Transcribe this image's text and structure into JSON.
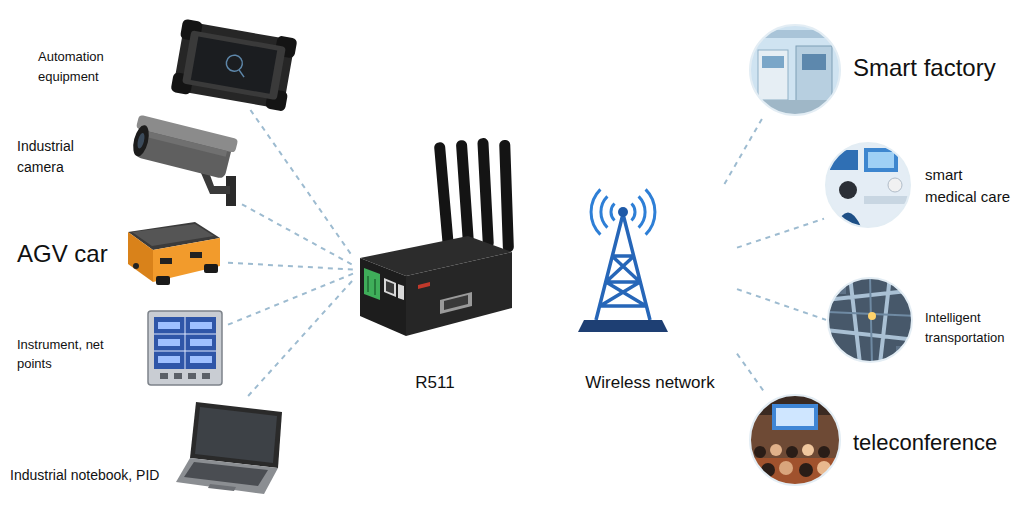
{
  "diagram": {
    "nodes": [
      {
        "text": [
          "Automation equipment"
        ]
      },
      {
        "text": [
          "Industrial camera"
        ]
      },
      {
        "text": [
          "AGV car"
        ]
      },
      {
        "text": [
          "Instrument, net points"
        ]
      },
      {
        "text": [
          "Industrial notebook, PID"
        ]
      },
      {
        "text": [
          "R511"
        ]
      },
      {
        "text": [
          "Wireless network"
        ]
      },
      {
        "text": [
          "Smart factory"
        ]
      },
      {
        "text": [
          "smart medical care"
        ]
      },
      {
        "text": [
          "Intelligent transportation"
        ]
      },
      {
        "text": [
          "teleconference"
        ]
      }
    ],
    "edges": [
      {
        "from": 0,
        "to": 5,
        "arrow": "none"
      },
      {
        "from": 1,
        "to": 5,
        "arrow": "none"
      },
      {
        "from": 2,
        "to": 5,
        "arrow": "none"
      },
      {
        "from": 3,
        "to": 5,
        "arrow": "none"
      },
      {
        "from": 4,
        "to": 5,
        "arrow": "none"
      },
      {
        "from": 6,
        "to": 7,
        "arrow": "none"
      },
      {
        "from": 6,
        "to": 8,
        "arrow": "none"
      },
      {
        "from": 6,
        "to": 9,
        "arrow": "none"
      },
      {
        "from": 6,
        "to": 10,
        "arrow": "none"
      }
    ]
  }
}
